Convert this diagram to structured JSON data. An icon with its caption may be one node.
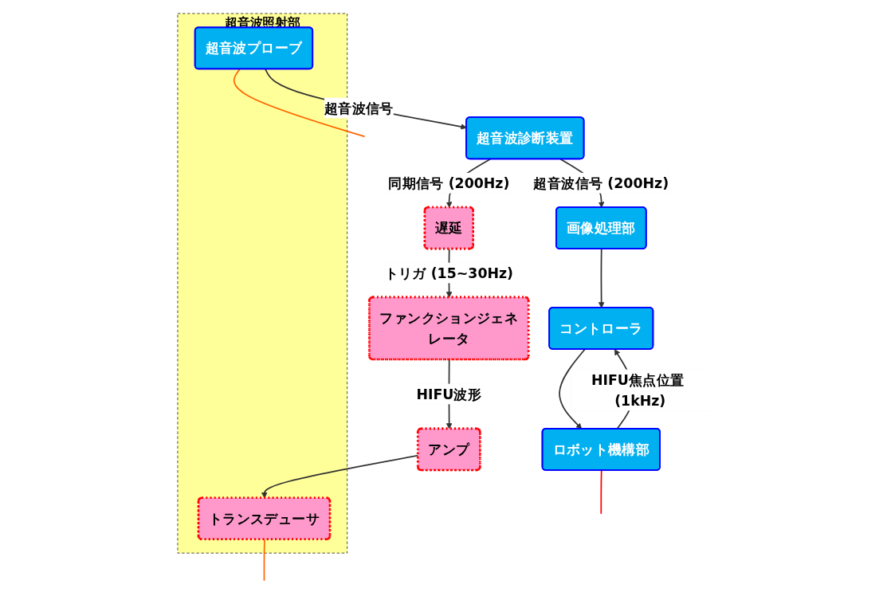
{
  "diagram": {
    "nodes": [
      {
        "text": [
          "超音波照射部"
        ]
      },
      {
        "text": [
          "ロボット機構部"
        ]
      },
      {
        "text": [
          "コントローラ"
        ]
      },
      {
        "text": [
          "画像処理部"
        ]
      },
      {
        "text": [
          "超音波プローブ"
        ],
        "in": 0
      },
      {
        "text": [
          "超音波診断装置"
        ]
      },
      {
        "text": [
          "遅延"
        ]
      },
      {
        "text": [
          "トランスデューサ"
        ],
        "in": 0
      },
      {
        "text": [
          "アンプ"
        ]
      },
      {
        "text": [
          "ファンクションジェネレータ"
        ]
      }
    ],
    "edges": [
      {
        "from": 2,
        "to": 1,
        "arrow": "to"
      },
      {
        "from": 1,
        "to": 2,
        "arrow": "to",
        "label": "HIFU焦点位置 (1kHz)"
      },
      {
        "from": 3,
        "to": 2,
        "arrow": "to"
      },
      {
        "from": 5,
        "to": 3,
        "arrow": "to",
        "label": "超音波信号 (200Hz)"
      },
      {
        "from": 4,
        "to": 5,
        "arrow": "to",
        "label": "超音波信号"
      },
      {
        "from": 5,
        "to": 6,
        "arrow": "to",
        "label": "同期信号 (200Hz)"
      },
      {
        "from": 6,
        "to": 9,
        "arrow": "to",
        "label": "トリガ (15~30Hz)"
      },
      {
        "from": 9,
        "to": 8,
        "arrow": "to",
        "label": "HIFU波形"
      },
      {
        "from": 8,
        "to": 7,
        "arrow": "to"
      },
      {
        "from": null,
        "to": 1,
        "arrow": "none",
        "color": "#ff0000"
      },
      {
        "from": null,
        "to": 4,
        "arrow": "none",
        "color": "#ff6600"
      },
      {
        "from": null,
        "to": 7,
        "arrow": "none",
        "color": "#ff6600"
      }
    ]
  }
}
